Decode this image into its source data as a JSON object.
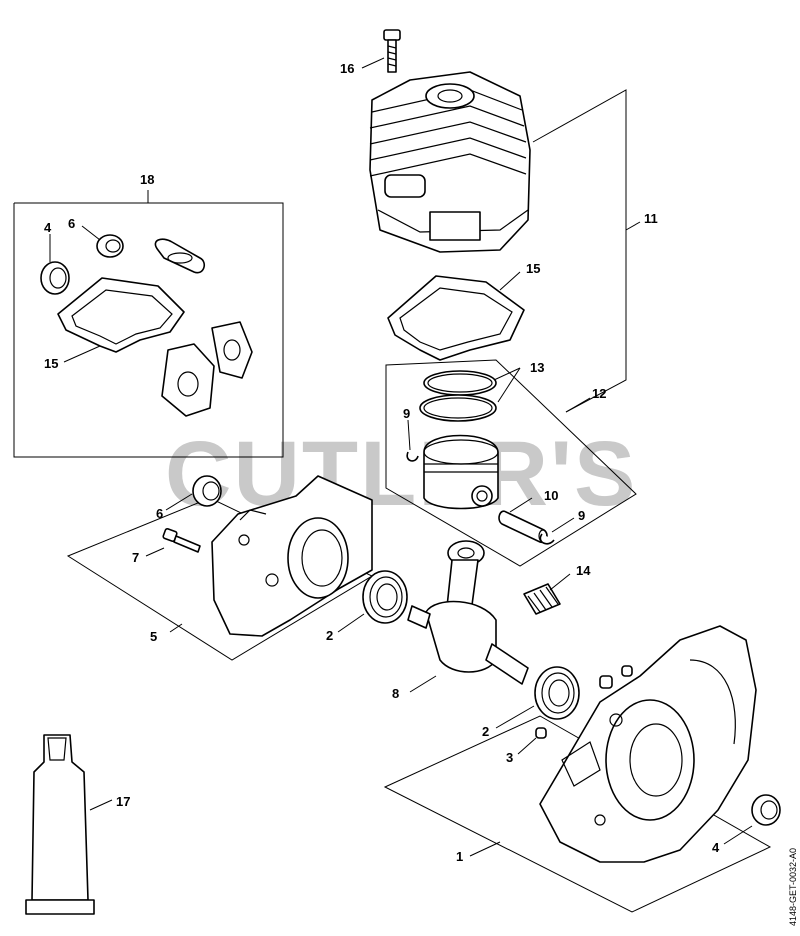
{
  "watermark": "CUTLER'S",
  "drawing_code": "4148-GET-0032-A0",
  "callouts": {
    "c16": "16",
    "c18": "18",
    "c11": "11",
    "c15a": "15",
    "c15b": "15",
    "c4a": "4",
    "c6a": "6",
    "c13": "13",
    "c12": "12",
    "c9a": "9",
    "c10": "10",
    "c9b": "9",
    "c6b": "6",
    "c7": "7",
    "c14": "14",
    "c5": "5",
    "c2a": "2",
    "c8": "8",
    "c2b": "2",
    "c3": "3",
    "c17": "17",
    "c1": "1",
    "c4b": "4"
  }
}
